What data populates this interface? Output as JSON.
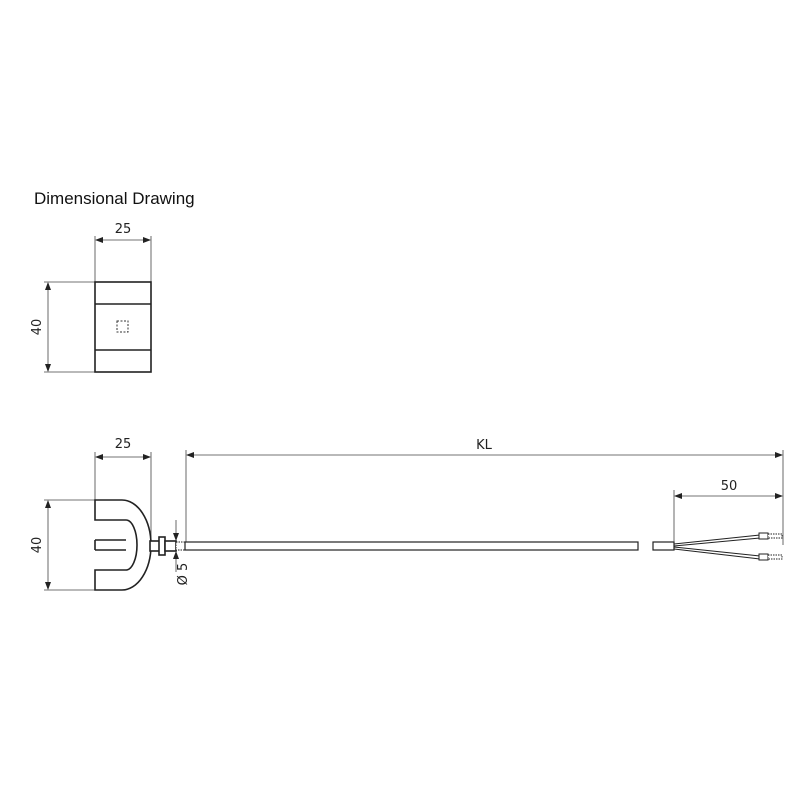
{
  "title": "Dimensional Drawing",
  "colors": {
    "line": "#222222",
    "dimension_line": "#444444",
    "background": "#ffffff"
  },
  "top_view": {
    "width_label": "25",
    "height_label": "40",
    "center_marker": "dashed-square"
  },
  "side_view": {
    "width_label": "25",
    "height_label": "40",
    "cable_diameter_label": "Ø 5",
    "cable_length_label": "KL",
    "stripped_length_label": "50"
  }
}
